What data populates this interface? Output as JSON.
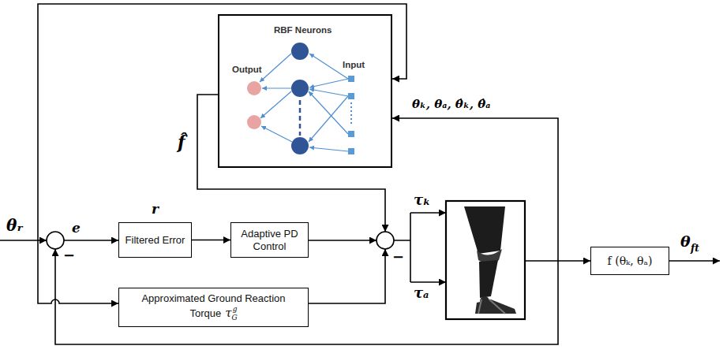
{
  "diagram": {
    "nodes": [
      {
        "text": [
          "RBF Neurons",
          "Output",
          "Input"
        ]
      },
      {
        "text": [
          "Filtered Error"
        ]
      },
      {
        "text": [
          "Adaptive PD Control"
        ]
      },
      {
        "text": [
          "Approximated Ground Reaction Torque",
          "τ",
          "G",
          "g"
        ]
      },
      {
        "text": [
          "f (θₖ, θₐ)"
        ]
      }
    ],
    "edges": [
      {
        "from": 1,
        "to": 2,
        "arrow": "to"
      }
    ],
    "labels": [
      "θᵣ",
      "e",
      "−",
      "r",
      "f̂",
      "−",
      "τₖ",
      "τₐ",
      "θₖ, θₐ, θ̇ₖ, θ̇ₐ",
      "θ",
      "ft"
    ]
  }
}
